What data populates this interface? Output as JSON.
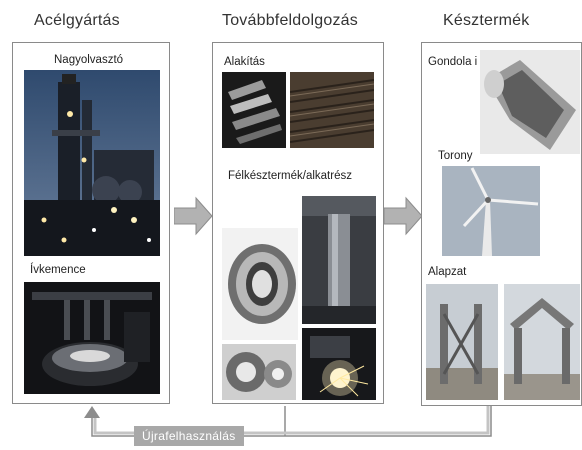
{
  "columns": [
    {
      "title": "Acélgyártás"
    },
    {
      "title": "Továbbfeldolgozás"
    },
    {
      "title": "Késztermék"
    }
  ],
  "steel": {
    "top_label": "Nagyolvasztó",
    "bottom_label": "Ívkemence"
  },
  "processing": {
    "forming_label": "Alakítás",
    "semi_label": "Félkésztermék/alkatrész"
  },
  "product": {
    "gondola_label": "Gondola i",
    "tower_label": "Torony",
    "foundation_label": "Alapzat"
  },
  "recycle_label": "Újrafelhasználás"
}
